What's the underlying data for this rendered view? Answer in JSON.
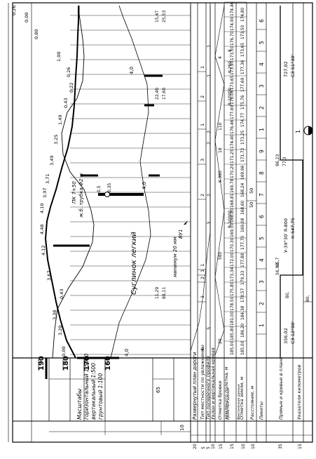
{
  "legend": {
    "scale_title": "Масштабы",
    "scale_horizontal": "горизонтальный 1:5000",
    "scale_vertical": "вертикальный 1:500",
    "scale_soil": "грунтовый 1:100",
    "elevations": [
      "190",
      "180",
      "170",
      "160"
    ],
    "dim_65": "65",
    "dim_10": "10"
  },
  "rows": {
    "road_plan": "Развернутый план дороги",
    "moistening_type": "Тип местности по увлажнению",
    "cross_profile_type": "Тип поперечного профиля",
    "slope_profile": "Уклон и вертикальная кривая",
    "design_elev_1": "Отметка бровки",
    "design_elev_2": "земляного полотна, м",
    "ground_elev": "Отметка земли, м",
    "distance": "Расстояние, м",
    "pickets": "Пикеты",
    "plan_line": "Прямые и кривые в плане",
    "km_marks": "Указатели километров",
    "sub_design": "Проектные данные",
    "sub_actual": "Фактические данные"
  },
  "row_dims": [
    "20",
    "5",
    "5",
    "10",
    "15",
    "15",
    "10",
    "10",
    "35",
    "15"
  ],
  "profile": {
    "soil_label": "Суглинок легкий",
    "pipe_label": "ж.б. трубка Ф2 м",
    "pipe_pk": "ПК 7+50",
    "min_label": "минимум 20 мм",
    "vu_label": "ВУ1",
    "cut_40_left": "4,0",
    "cut_40_mid": "4,0",
    "cut_40_right": "4,0",
    "pipe_05": "0,5",
    "pipe_035": "0,35",
    "work_marks": [
      "0,00",
      "3,20",
      "3,38",
      "0,43",
      "3,67",
      "4,12",
      "4,48",
      "4,10",
      "3,97",
      "3,71",
      "3,49",
      "3,25",
      "1,49",
      "0,43",
      "0,22",
      "0,26",
      "1,00",
      "0,80",
      "0,00",
      "0,26"
    ],
    "fill_notes": [
      "11,29",
      "88,11",
      "22,40",
      "17,60",
      "15,47",
      "25,53"
    ]
  },
  "slope": {
    "grade_20": "20",
    "len_560": "560",
    "r10000_a": "R-10000",
    "len_380": "K-380",
    "r10000_b": "R-10000",
    "len_110": "110",
    "k260": "K-260",
    "r18": "18",
    "n4": "4",
    "n8": "8"
  },
  "moisture_types": [
    "4",
    "1",
    "2",
    "1",
    "1",
    "2",
    "3",
    "1",
    "2",
    "1"
  ],
  "cross_types": [
    "5",
    "3",
    "2",
    "2",
    "2",
    "1",
    "1"
  ],
  "design_elevations": [
    "185,00",
    "185,80",
    "181,00",
    "178,50",
    "175,80",
    "173,34",
    "172,00",
    "170,30",
    "169,50",
    "168,80",
    "168,81",
    "169,78",
    "170,20",
    "171,25",
    "174,40",
    "176,46",
    "177,69",
    "178,06",
    "173,65",
    "173,90",
    "173,50",
    "176,70",
    "174,90",
    "174,46"
  ],
  "ground_elevations": [
    "185,00",
    "186,20",
    "184,38",
    "178,57",
    "179,33",
    "177,88",
    "177,70",
    "169,08",
    "168,60",
    "168,24",
    "169,96",
    "171,72",
    "173,25",
    "174,77",
    "175,76",
    "177,69",
    "177,36",
    "173,65",
    "173,50",
    "174,80"
  ],
  "distances": [
    "50",
    "50"
  ],
  "pickets": [
    "1",
    "2",
    "3",
    "4",
    "5",
    "6",
    "7",
    "8",
    "9",
    "1",
    "2",
    "3",
    "4",
    "5",
    "6"
  ],
  "curve": {
    "angle": "У-39°30' R-800",
    "length": "К-547,75",
    "d1": "56,93",
    "d2": "80,",
    "d3": "65,7",
    "d4": "96,23",
    "d5": "77,3",
    "left_dir": "СЗ 12°00'",
    "left_len": "356,02",
    "right_dir": "СЗ 51°30'",
    "right_len": "727,02"
  },
  "km": {
    "mark": "1"
  }
}
